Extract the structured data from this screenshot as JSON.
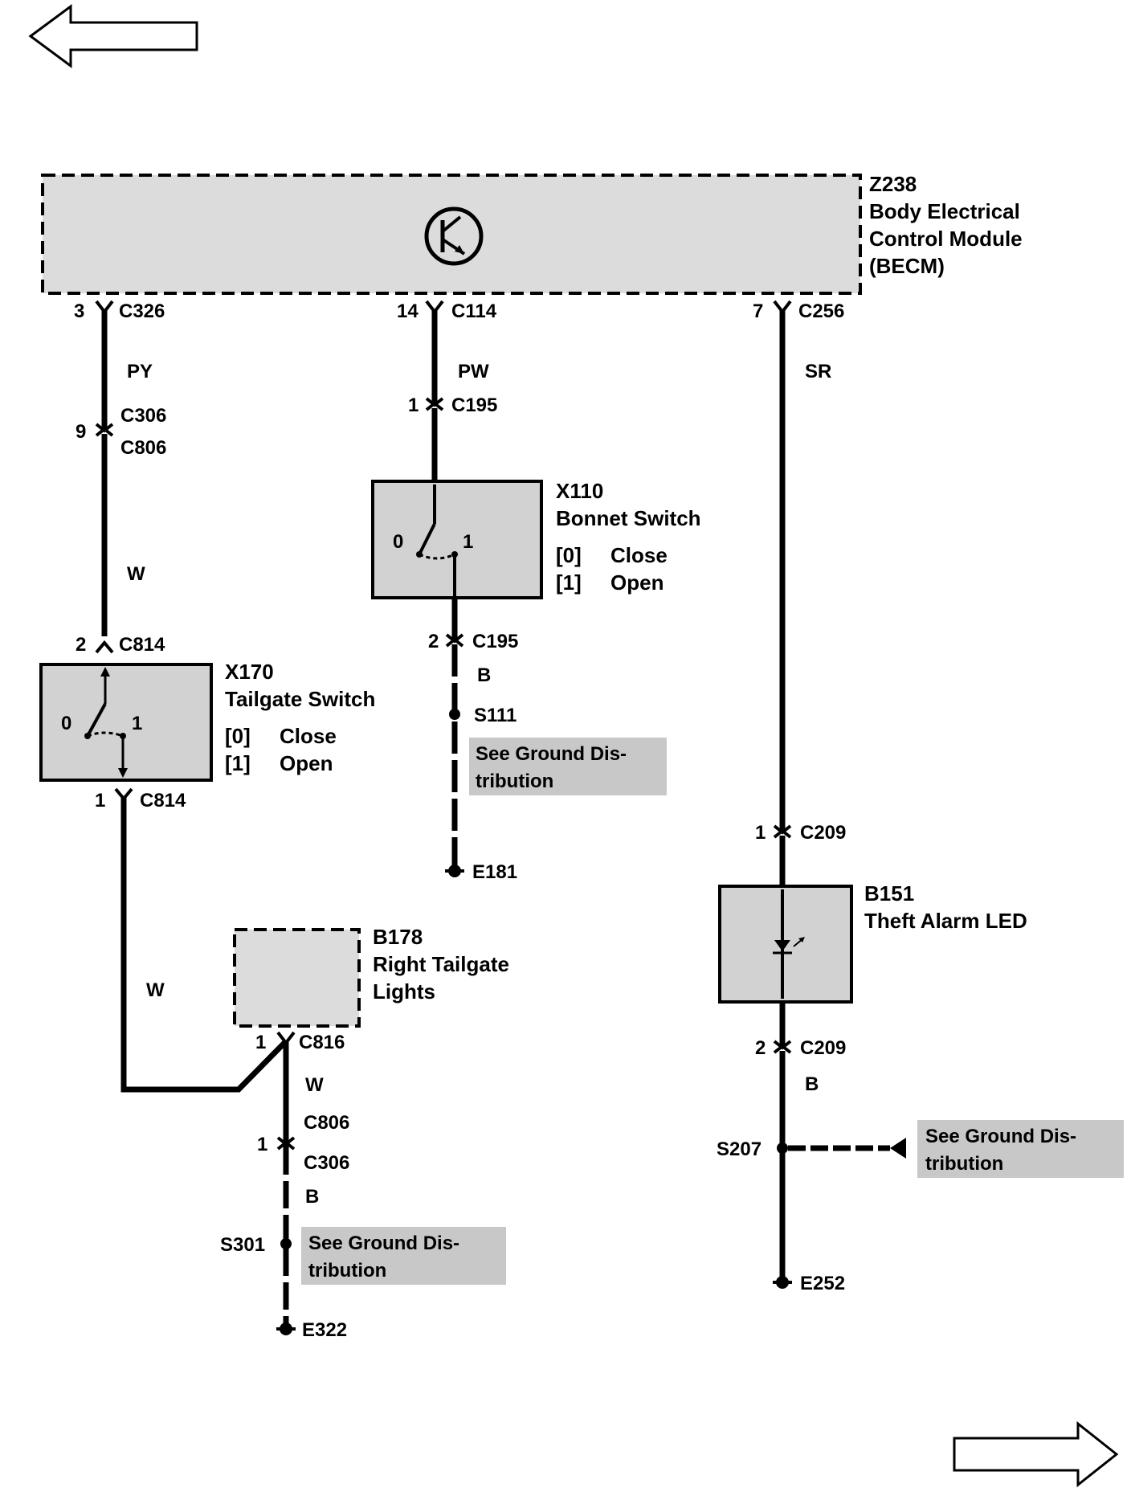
{
  "navigation": {
    "prev_icon": "arrow-left-icon",
    "next_icon": "arrow-right-icon"
  },
  "becm": {
    "id": "Z238",
    "line1": "Body Electrical",
    "line2": "Control Module",
    "line3": "(BECM)"
  },
  "pins": {
    "c326": {
      "pin": "3",
      "conn": "C326"
    },
    "c114": {
      "pin": "14",
      "conn": "C114"
    },
    "c256": {
      "pin": "7",
      "conn": "C256"
    },
    "c306_c806": {
      "pin": "9",
      "conn_a": "C306",
      "conn_b": "C806"
    },
    "c195_top": {
      "pin": "1",
      "conn": "C195"
    },
    "c195_bot": {
      "pin": "2",
      "conn": "C195"
    },
    "c814_top": {
      "pin": "2",
      "conn": "C814"
    },
    "c814_bot": {
      "pin": "1",
      "conn": "C814"
    },
    "c816": {
      "pin": "1",
      "conn": "C816"
    },
    "c806_c306": {
      "pin": "1",
      "conn_a": "C806",
      "conn_b": "C306"
    },
    "c209_top": {
      "pin": "1",
      "conn": "C209"
    },
    "c209_bot": {
      "pin": "2",
      "conn": "C209"
    }
  },
  "wires": {
    "py": "PY",
    "w1": "W",
    "pw": "PW",
    "sr": "SR",
    "b1": "B",
    "w2": "W",
    "w3": "W",
    "b2": "B",
    "b3": "B"
  },
  "bonnet_switch": {
    "id": "X110",
    "name": "Bonnet Switch",
    "state0_key": "[0]",
    "state0": "Close",
    "state1_key": "[1]",
    "state1": "Open",
    "pos0": "0",
    "pos1": "1"
  },
  "tailgate_switch": {
    "id": "X170",
    "name": "Tailgate Switch",
    "state0_key": "[0]",
    "state0": "Close",
    "state1_key": "[1]",
    "state1": "Open",
    "pos0": "0",
    "pos1": "1"
  },
  "tailgate_lights": {
    "id": "B178",
    "line1": "Right Tailgate",
    "line2": "Lights"
  },
  "theft_led": {
    "id": "B151",
    "name": "Theft Alarm LED"
  },
  "splices": {
    "s111": "S111",
    "s301": "S301",
    "s207": "S207"
  },
  "grounds": {
    "e181": "E181",
    "e322": "E322",
    "e252": "E252"
  },
  "ground_ref": {
    "line1": "See Ground Dis-",
    "line2": "tribution"
  }
}
